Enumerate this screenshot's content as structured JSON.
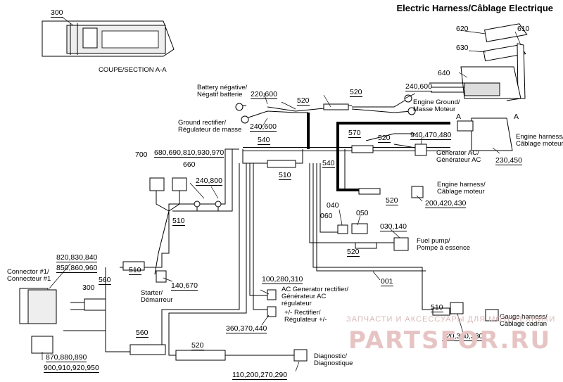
{
  "title": "Electric Harness/Câblage Electrique",
  "side_code": "1dr0901",
  "section": {
    "ref_number": "300",
    "caption": "COUPE/SECTION A-A"
  },
  "parts": {
    "p620": "620",
    "p610": "610",
    "p630": "630",
    "p640": "640",
    "p520_top": "520",
    "p240600_top": "240,600",
    "p220600": "220,600",
    "p520_mid": "520",
    "p240600_left": "240,600",
    "p540_left": "540",
    "p540_right": "540",
    "p570": "570",
    "p520_570": "520",
    "p940470480": "940,470,480",
    "p230450": "230,450",
    "p700": "700",
    "p680": "680,690,810,930,970",
    "p660": "660",
    "p240800": "240,800",
    "p510_mid": "510",
    "p510_left": "510",
    "p520_eng": "520",
    "p200420430": "200,420,430",
    "p040": "040",
    "p050": "050",
    "p030140": "030,140",
    "p520_fuel": "520",
    "p820": "820,830,840",
    "p850": "850,860,960",
    "p300": "300",
    "p560_top": "560",
    "p510_starter": "510",
    "p140670": "140,670",
    "p100": "100,280,310",
    "p001": "001",
    "p510_gauge": "510",
    "p360": "360,370,440",
    "p560_bot": "560",
    "p520_bot": "520",
    "p870": "870,880,890",
    "p900": "900,910,920,950",
    "p110": "110,200,270,290",
    "p120": "120,320,330",
    "section_A_left": "A",
    "section_A_right": "A"
  },
  "labels": {
    "battery_neg": [
      "Battery négative/",
      "Négatif batterie"
    ],
    "engine_ground": [
      "Engine Ground/",
      "Masse Moteur"
    ],
    "ground_rect": [
      "Ground rectifier/",
      "Régulateur de masse"
    ],
    "engine_harness_1": [
      "Engine harness/",
      "Câblage moteur"
    ],
    "generator_ac": [
      "Generator AC/",
      "Générateur AC"
    ],
    "engine_harness_2": [
      "Engine harness/",
      "Câblage moteur"
    ],
    "fuel_pump": [
      "Fuel pump/",
      "Pompe à essence"
    ],
    "connector1": [
      "Connector #1/",
      "Connecteur #1"
    ],
    "starter": [
      "Starter/",
      "Démarreur"
    ],
    "ac_gen_rect": [
      "AC Generator rectifier/",
      "Générateur AC",
      "régulateur"
    ],
    "rectifier": [
      "+/- Rectifier/",
      "Régulateur +/-"
    ],
    "diagnostic": [
      "Diagnostic/",
      "Diagnostique"
    ],
    "gauge_harness": [
      "Gauge harness/",
      "Câblage cadran"
    ]
  },
  "watermark": {
    "line1": "ЗАПЧАСТИ И АКСЕССУАРЫ ДЛЯ МОТОТЕХНИКИ",
    "line2": "PARTSFOR.RU"
  }
}
